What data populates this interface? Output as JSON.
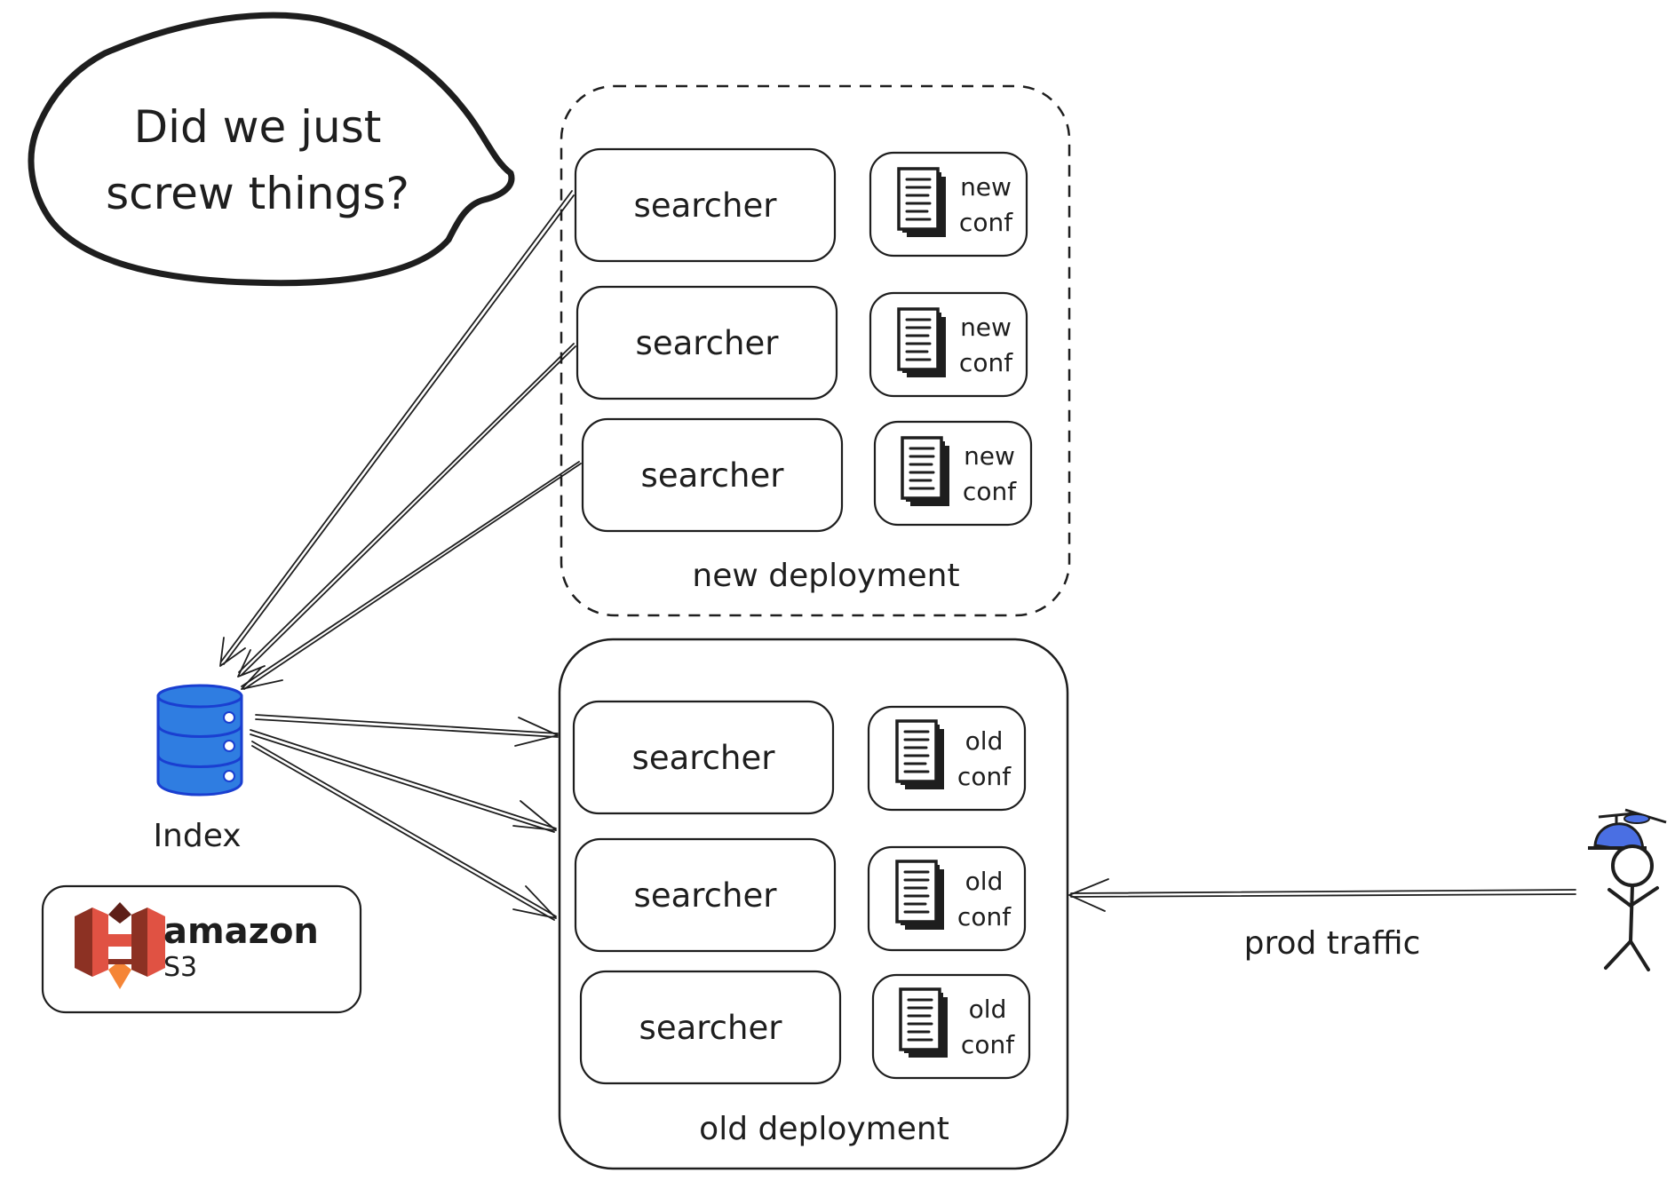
{
  "speech_bubble": {
    "line1": "Did we just",
    "line2": "screw things?"
  },
  "new_deployment": {
    "label": "new deployment",
    "rows": [
      {
        "searcher": "searcher",
        "conf_line1": "new",
        "conf_line2": "conf"
      },
      {
        "searcher": "searcher",
        "conf_line1": "new",
        "conf_line2": "conf"
      },
      {
        "searcher": "searcher",
        "conf_line1": "new",
        "conf_line2": "conf"
      }
    ]
  },
  "old_deployment": {
    "label": "old deployment",
    "rows": [
      {
        "searcher": "searcher",
        "conf_line1": "old",
        "conf_line2": "conf"
      },
      {
        "searcher": "searcher",
        "conf_line1": "old",
        "conf_line2": "conf"
      },
      {
        "searcher": "searcher",
        "conf_line1": "old",
        "conf_line2": "conf"
      }
    ]
  },
  "index": {
    "label": "Index",
    "color": "#2f7de1"
  },
  "s3": {
    "brand": "amazon",
    "product": "S3",
    "color": "#e05243"
  },
  "traffic": {
    "label": "prod traffic"
  },
  "user": {
    "hat_color": "#4a6fe3"
  },
  "icons": [
    "database-icon",
    "document-stack-icon",
    "amazon-s3-logo",
    "stick-figure-user-icon"
  ]
}
